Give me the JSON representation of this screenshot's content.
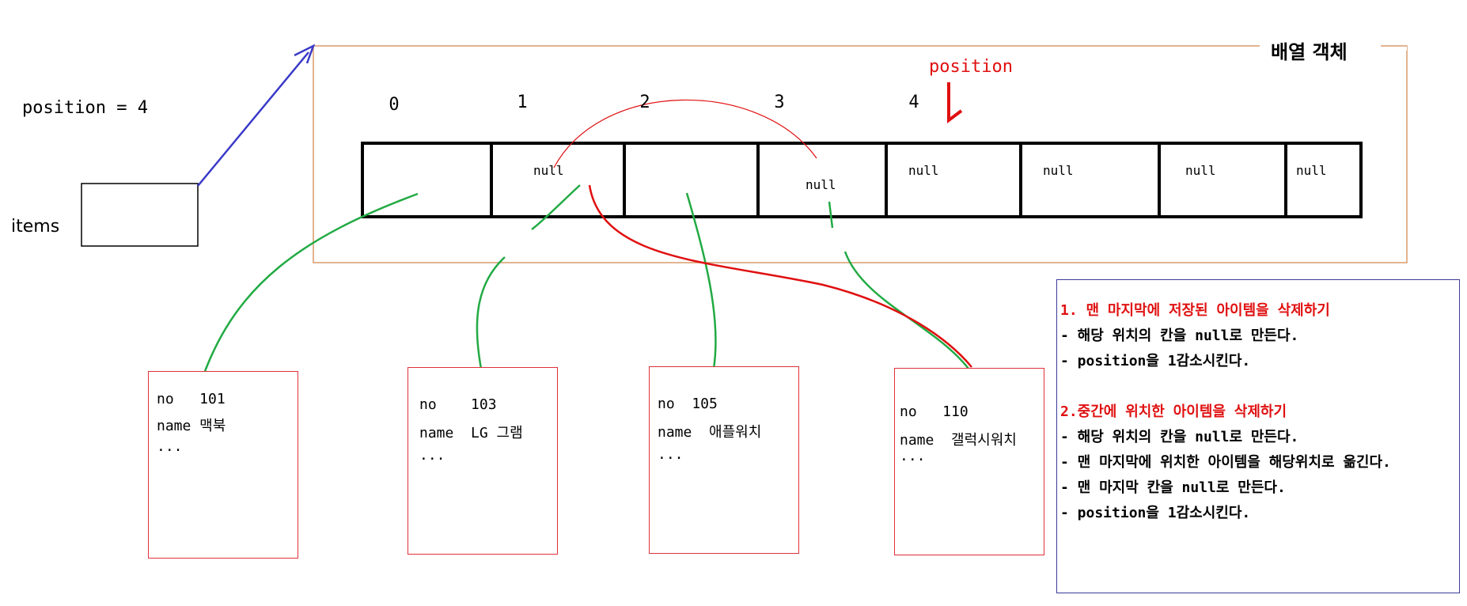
{
  "position_label": "position = 4",
  "items_label": "items",
  "array_title": "배열 객체",
  "position_marker": "position",
  "indices": [
    "0",
    "1",
    "2",
    "3",
    "4"
  ],
  "cells": [
    "",
    "null",
    "",
    "null",
    "null",
    "null",
    "null",
    "null"
  ],
  "objects": [
    {
      "no_line": "no   101",
      "name_line": "name 맥북",
      "more": "..."
    },
    {
      "no_line": "no    103",
      "name_line": "name  LG 그램",
      "more": "..."
    },
    {
      "no_line": "no  105",
      "name_line": "name  애플워치",
      "more": "..."
    },
    {
      "no_line": "no   110",
      "name_line": "name  갤럭시워치",
      "more": "..."
    }
  ],
  "notes": {
    "heading1": "1. 맨 마지막에 저장된 아이템을 삭제하기",
    "s1_l1": "- 해당 위치의 칸을 null로 만든다.",
    "s1_l2": "- position을 1감소시킨다.",
    "heading2": "2.중간에 위치한 아이템을 삭제하기",
    "s2_l1": "- 해당 위치의 칸을 null로 만든다.",
    "s2_l2": "- 맨 마지막에 위치한 아이템을 해당위치로 옮긴다.",
    "s2_l3": "- 맨 마지막 칸을 null로 만든다.",
    "s2_l4": "- position을 1감소시킨다."
  },
  "colors": {
    "array_frame": "#d89a6a",
    "pointer_arrow": "#3a3ac8",
    "link_line": "#22aa44",
    "move_line": "#e01010",
    "object_border": "#e0303a",
    "note_border": "#3a3a9a"
  }
}
